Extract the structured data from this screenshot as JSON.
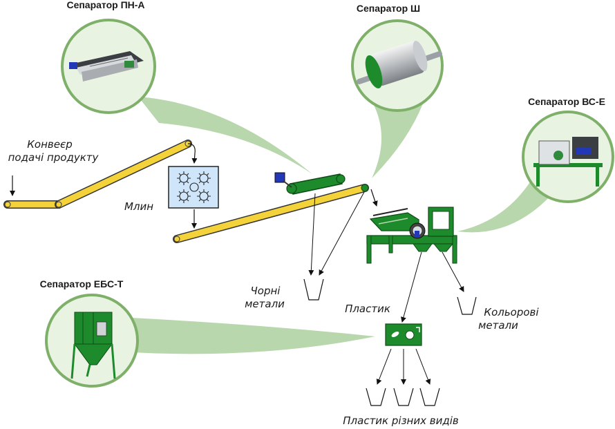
{
  "separators": {
    "pn_a": {
      "title": "Сепаратор ПН-А"
    },
    "sh": {
      "title": "Сепаратор Ш"
    },
    "vs_e": {
      "title": "Сепаратор ВС-Е"
    },
    "ebs_t": {
      "title": "Сепаратор ЕБС-Т"
    }
  },
  "labels": {
    "conveyor_line1": "Конвеєр",
    "conveyor_line2": "подачі продукту",
    "mill": "Млин",
    "ferrous_line1": "Чорні",
    "ferrous_line2": "метали",
    "plastic": "Пластик",
    "nonferrous_line1": "Кольорові",
    "nonferrous_line2": "метали",
    "plastic_types": "Пластик різних видів"
  },
  "colors": {
    "belt": "#f3d23a",
    "machine_green": "#1d8b2c",
    "callout_green": "#b9d7ad",
    "circle_fill": "#e9f3e2",
    "mill_fill": "#cfe6fa"
  }
}
